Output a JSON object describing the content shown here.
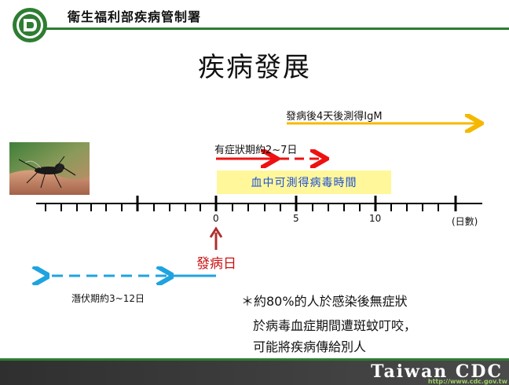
{
  "header": {
    "org_name": "衛生福利部疾病管制署"
  },
  "title": "疾病發展",
  "timeline": {
    "igm_label": "發病後4天後測得IgM",
    "symptom_label": "有症狀期約2~7日",
    "virus_label": "血中可測得病毒時間",
    "tick_labels": [
      "0",
      "5",
      "10",
      "(日數)"
    ],
    "onset_label": "發病日",
    "incubation_label": "潛伏期約3~12日"
  },
  "note": {
    "line1": "＊約80%的人於感染後無症狀",
    "line2": "於病毒血症期間遭斑蚊叮咬，",
    "line3": "可能將疾病傳給別人"
  },
  "footer": {
    "logo_text": "Taiwan CDC",
    "url": "http://www.cdc.gov.tw"
  },
  "colors": {
    "igm_arrow": "#f5b800",
    "symptom_arrow": "#ee1111",
    "onset_arrow": "#b03030",
    "incubation_arrow": "#1fa3e0",
    "virus_box": "#fff799",
    "virus_text": "#1e4fd7",
    "onset_text": "#cc1111",
    "header_green": "#2e7d32"
  },
  "icons": [
    "cdc-logo-icon",
    "mosquito-photo"
  ]
}
